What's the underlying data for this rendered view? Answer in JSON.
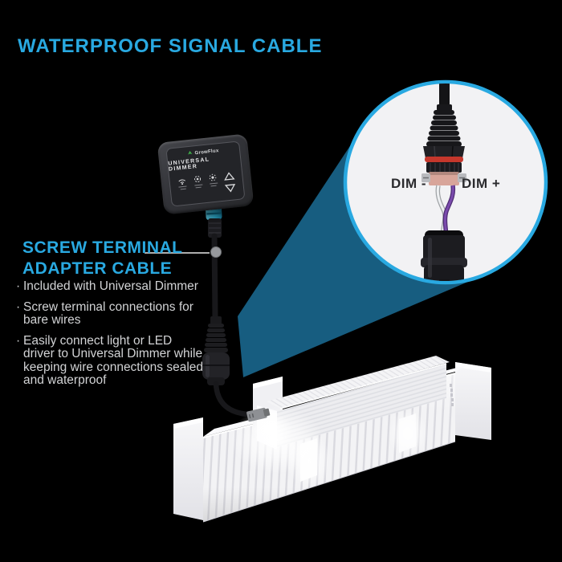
{
  "title": "WATERPROOF SIGNAL CABLE",
  "colors": {
    "accent": "#29a9e1",
    "background": "#000000",
    "wedge_teal": "#175d80",
    "oring_red": "#c5372c",
    "wire_purple": "#7b4bad",
    "wire_white": "#eef0f2",
    "connector_cyan": "#3ec1e0",
    "body_text": "#d2d3d5",
    "dim_label_text": "#2a2a2d"
  },
  "device": {
    "brand": "GrowFlux",
    "model": "UNIVERSAL DIMMER",
    "icons": [
      "wifi-icon",
      "gear-icon",
      "brightness-icon",
      "dim-up-button",
      "dim-down-button"
    ]
  },
  "callout": {
    "heading_lines": [
      "SCREW TERMINAL",
      "ADAPTER CABLE"
    ],
    "bullet_char": "·",
    "bullets": [
      {
        "lines": [
          "Included with Universal Dimmer"
        ]
      },
      {
        "lines": [
          "Screw terminal connections for",
          "bare wires"
        ]
      },
      {
        "lines": [
          "Easily connect light or LED",
          "driver to Universal Dimmer while",
          "keeping wire connections sealed",
          "and waterproof"
        ]
      }
    ]
  },
  "inset": {
    "label_left": "DIM -",
    "label_right": "DIM +"
  }
}
